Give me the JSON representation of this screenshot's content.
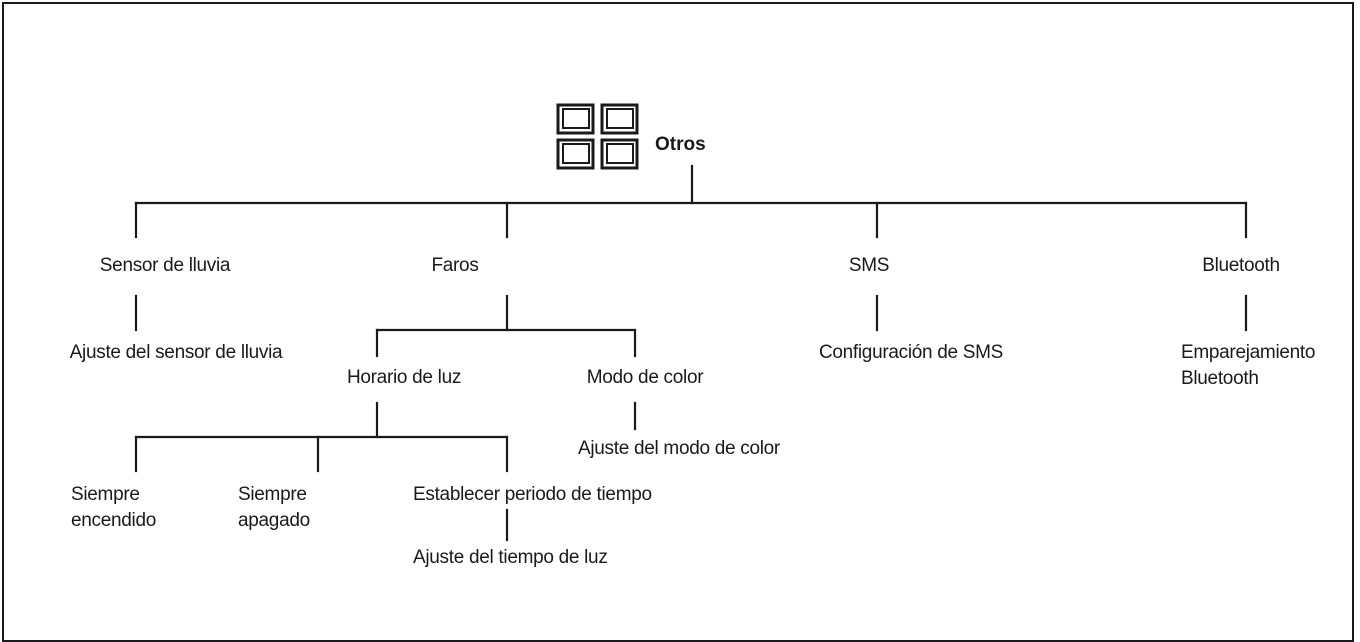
{
  "root": {
    "label": "Otros",
    "icon": "grid-four-squares-icon"
  },
  "branches": {
    "rain_sensor": {
      "label": "Sensor de lluvia",
      "child": "Ajuste del sensor de lluvia"
    },
    "headlights": {
      "label": "Faros",
      "light_schedule": {
        "label": "Horario de luz",
        "always_on": [
          "Siempre",
          "encendido"
        ],
        "always_off": [
          "Siempre",
          "apagado"
        ],
        "set_period": {
          "label": "Establecer periodo de tiempo",
          "child": "Ajuste del tiempo de luz"
        }
      },
      "color_mode": {
        "label": "Modo de color",
        "child": "Ajuste del modo de color"
      }
    },
    "sms": {
      "label": "SMS",
      "child": "Configuración de SMS"
    },
    "bluetooth": {
      "label": "Bluetooth",
      "child": [
        "Emparejamiento",
        "Bluetooth"
      ]
    }
  },
  "colors": {
    "ink": "#1a1a1a",
    "background": "#ffffff"
  }
}
